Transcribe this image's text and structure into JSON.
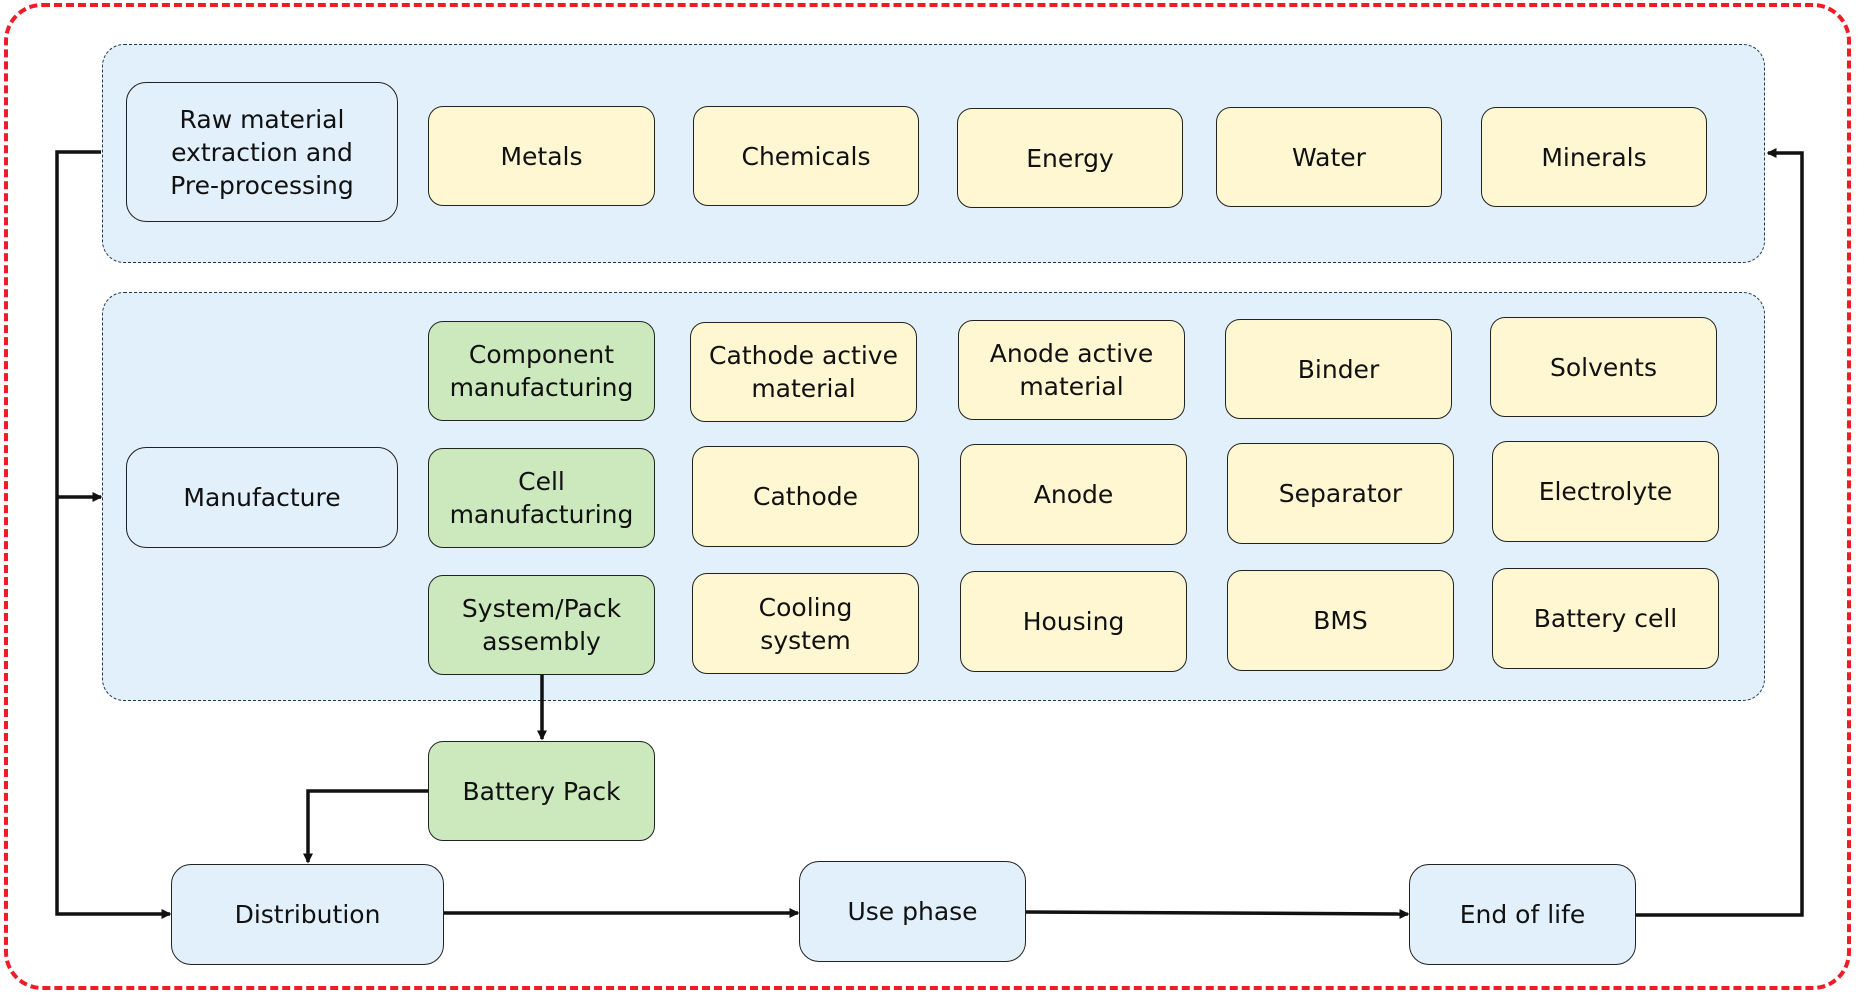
{
  "stages": {
    "raw_material": "Raw material\nextraction and\nPre-processing",
    "manufacture": "Manufacture",
    "distribution": "Distribution",
    "use_phase": "Use phase",
    "end_of_life": "End of life"
  },
  "raw_inputs": [
    "Metals",
    "Chemicals",
    "Energy",
    "Water",
    "Minerals"
  ],
  "manufacturing_steps": {
    "component": "Component\nmanufacturing",
    "cell": "Cell\nmanufacturing",
    "system_pack": "System/Pack\nassembly",
    "battery_pack": "Battery Pack"
  },
  "component_materials": [
    "Cathode active\nmaterial",
    "Anode active\nmaterial",
    "Binder",
    "Solvents"
  ],
  "cell_parts": [
    "Cathode",
    "Anode",
    "Separator",
    "Electrolyte"
  ],
  "pack_parts": [
    "Cooling\nsystem",
    "Housing",
    "BMS",
    "Battery cell"
  ],
  "colors": {
    "frame": "#ee1c24",
    "region_fill": "#e2f0fc",
    "stage_fill": "#e2f0fc",
    "input_fill": "#fef7d1",
    "step_fill": "#cce8bd",
    "line": "#111111"
  }
}
